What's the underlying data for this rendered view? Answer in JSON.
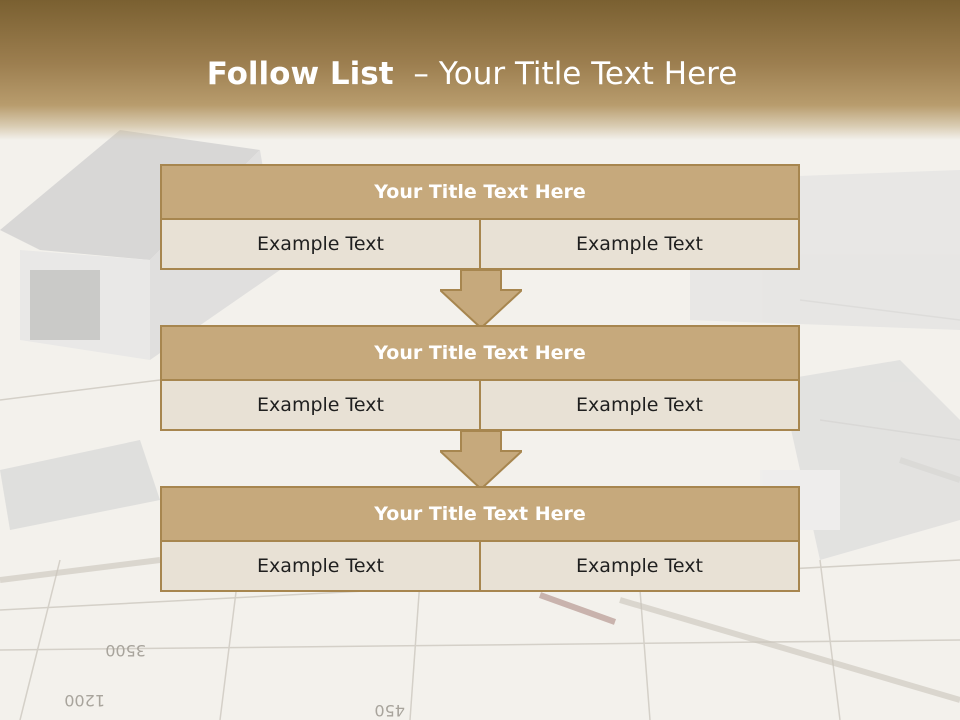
{
  "slide": {
    "title_bold": "Follow List",
    "title_sep": "–",
    "title_rest": "Your Title Text Here"
  },
  "blocks": [
    {
      "title": "Your Title Text Here",
      "left": "Example Text",
      "right": "Example Text"
    },
    {
      "title": "Your Title Text Here",
      "left": "Example Text",
      "right": "Example Text"
    },
    {
      "title": "Your Title Text Here",
      "left": "Example Text",
      "right": "Example Text"
    }
  ],
  "colors": {
    "accent": "#c6a97c",
    "border": "#a7864f",
    "cell": "#e8e1d5",
    "header_dark": "#7a6031"
  }
}
